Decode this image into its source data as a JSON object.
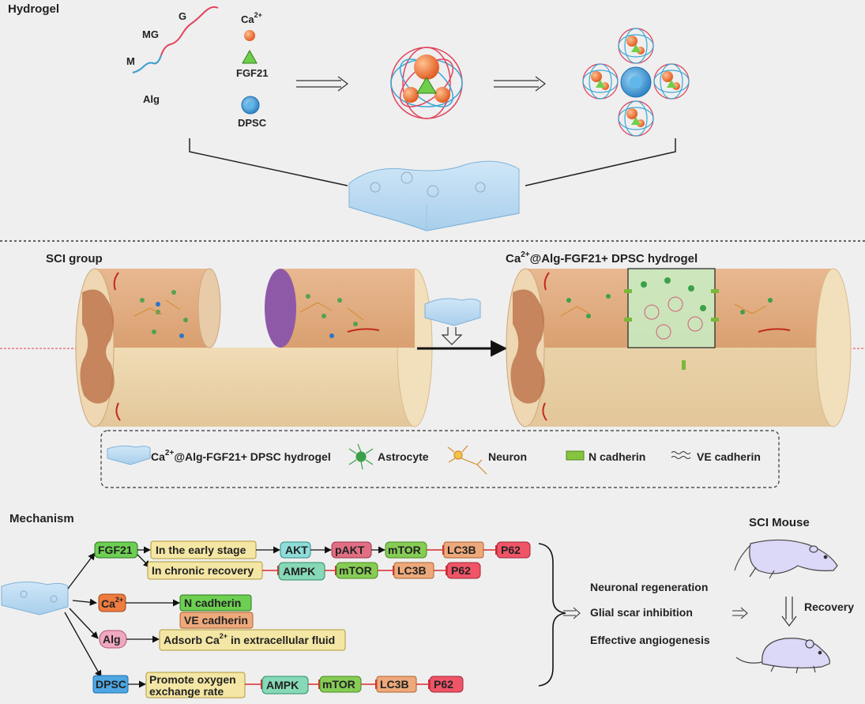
{
  "sections": {
    "hydrogel": "Hydrogel",
    "sci_group": "SCI group",
    "treated": "@Alg-FGF21+ DPSC hydrogel",
    "treated_prefix": "Ca",
    "mechanism": "Mechanism",
    "sci_mouse": "SCI Mouse"
  },
  "components": {
    "g": "G",
    "mg": "MG",
    "m": "M",
    "alg": "Alg",
    "ca": "Ca",
    "sup": "2+",
    "fgf21": "FGF21",
    "dpsc": "DPSC"
  },
  "legend": {
    "hydrogel_prefix": "Ca",
    "hydrogel": "@Alg-FGF21+ DPSC hydrogel",
    "astrocyte": "Astrocyte",
    "neuron": "Neuron",
    "n_cadherin": "N cadherin",
    "ve_cadherin": "VE cadherin"
  },
  "mechanism": {
    "fgf21": "FGF21",
    "early": "In the early stage",
    "akt": "AKT",
    "pakt": "pAKT",
    "mtor": "mTOR",
    "lc3b": "LC3B",
    "p62": "P62",
    "chronic": "In chronic recovery",
    "ampk": "AMPK",
    "ca": "Ca",
    "n_cad": "N cadherin",
    "ve_cad": "VE cadherin",
    "alg": "Alg",
    "adsorb_a": "Adsorb Ca",
    "adsorb_b": " in extracellular fluid",
    "dpsc": "DPSC",
    "oxygen1": "Promote oxygen",
    "oxygen2": "exchange rate"
  },
  "outcomes": {
    "neuronal": "Neuronal regeneration",
    "glial": "Glial scar inhibition",
    "angio": "Effective angiogenesis",
    "recovery": "Recovery"
  },
  "colors": {
    "green_box": "#6dcf52",
    "yellow_box": "#f4e6a4",
    "cyan_box": "#8fdcd9",
    "pink_box": "#e06f84",
    "lime_box": "#86cc55",
    "orange_box": "#eda97b",
    "red_box": "#ef5467",
    "ca_box": "#ee7b3f",
    "alg_box": "#efa8bf",
    "dpsc_box": "#4da7e3",
    "inhibit": "#d82a2a"
  }
}
